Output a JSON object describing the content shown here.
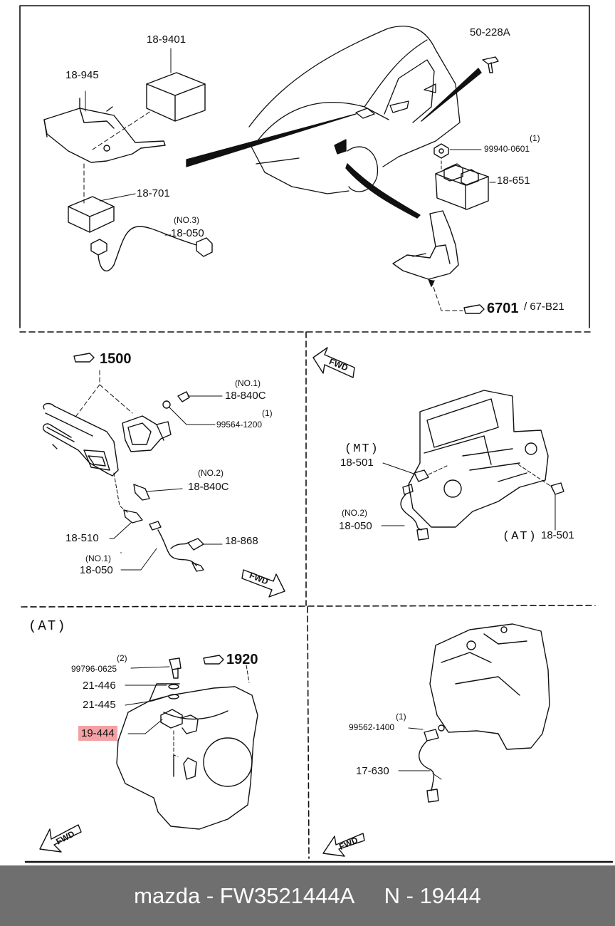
{
  "diagram": {
    "labels": {
      "l_18_9401": "18-9401",
      "l_18_945": "18-945",
      "l_50_228a": "50-228A",
      "l_18_701": "18-701",
      "l_no3": "(NO.3)",
      "l_18_050_top": "18-050",
      "q_1_top": "(1)",
      "l_99940": "99940-0601",
      "l_18_651": "18-651",
      "r_6701": "6701",
      "l_67b21": "/ 67-B21",
      "r_1500": "1500",
      "l_no1_a": "(NO.1)",
      "l_18_840c_a": "18-840C",
      "q_1_b": "(1)",
      "l_99564": "99564-1200",
      "l_no2_a": "(NO.2)",
      "l_18_840c_b": "18-840C",
      "l_18_510": "18-510",
      "l_18_868": "18-868",
      "l_no1_b": "(NO.1)",
      "l_18_050_mid": "18-050",
      "v_mt": "(MT)",
      "l_18_501_mt": "18-501",
      "l_no2_b": "(NO.2)",
      "l_18_050_mt": "18-050",
      "v_at_mid": "(AT)",
      "l_18_501_at": "18-501",
      "v_at_bottom": "(AT)",
      "q_2": "(2)",
      "l_99796": "99796-0625",
      "r_1920": "1920",
      "l_21_446": "21-446",
      "l_21_445": "21-445",
      "l_19_444": "19-444",
      "q_1_c": "(1)",
      "l_99562": "99562-1400",
      "l_17_630": "17-630",
      "fwd": "FWD"
    }
  },
  "footer": {
    "caption": "mazda - FW3521444A     N - 19444"
  },
  "colors": {
    "highlight": "#f4a1a5",
    "footer_bg": "#6f6f6f",
    "line": "#111111"
  }
}
